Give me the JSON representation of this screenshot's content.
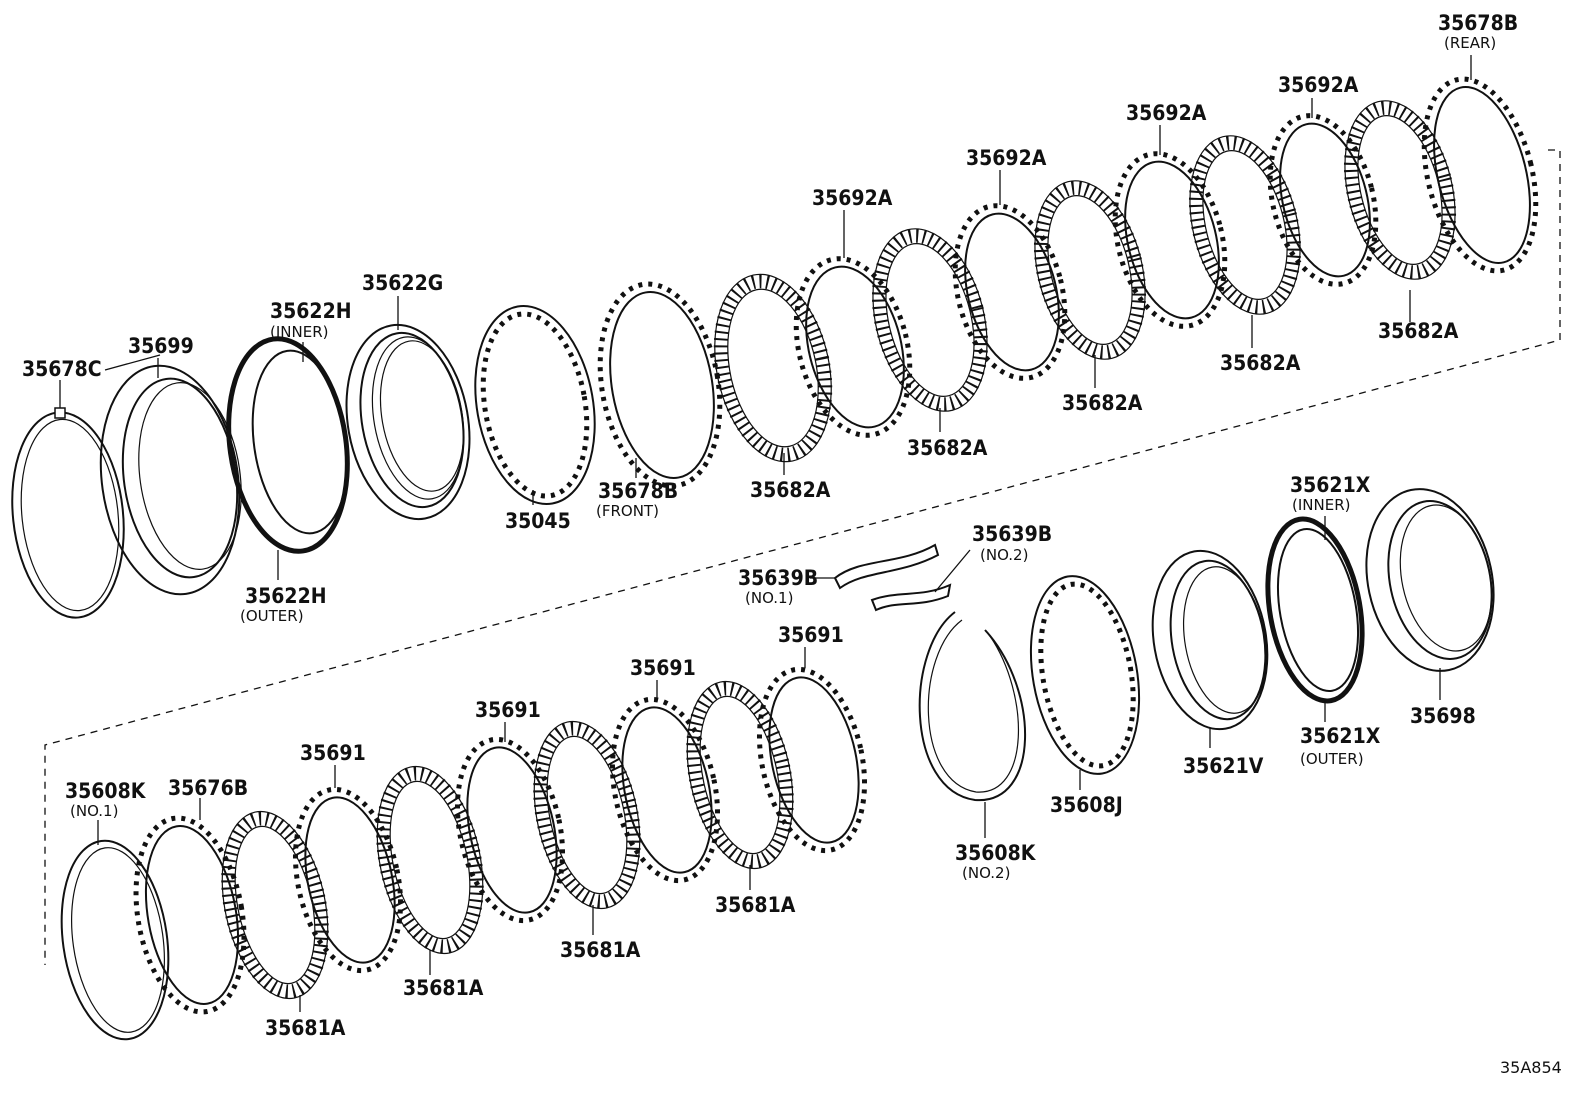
{
  "diagram": {
    "code": "35A854",
    "labels": {
      "p35678C": "35678C",
      "p35699": "35699",
      "p35622H_inner": "35622H",
      "p35622H_inner_note": "(INNER)",
      "p35622H_outer": "35622H",
      "p35622H_outer_note": "(OUTER)",
      "p35622G": "35622G",
      "p35045": "35045",
      "p35678B_front": "35678B",
      "p35678B_front_note": "(FRONT)",
      "p35682A_1": "35682A",
      "p35692A_1": "35692A",
      "p35682A_2": "35682A",
      "p35692A_2": "35692A",
      "p35682A_3": "35682A",
      "p35692A_3": "35692A",
      "p35682A_4": "35682A",
      "p35692A_4": "35692A",
      "p35682A_5": "35682A",
      "p35678B_rear": "35678B",
      "p35678B_rear_note": "(REAR)",
      "p35639B_no1": "35639B",
      "p35639B_no1_note": "(NO.1)",
      "p35639B_no2": "35639B",
      "p35639B_no2_note": "(NO.2)",
      "p35621X_inner": "35621X",
      "p35621X_inner_note": "(INNER)",
      "p35621X_outer": "35621X",
      "p35621X_outer_note": "(OUTER)",
      "p35698": "35698",
      "p35621V": "35621V",
      "p35608J": "35608J",
      "p35608K_no2": "35608K",
      "p35608K_no2_note": "(NO.2)",
      "p35608K_no1": "35608K",
      "p35608K_no1_note": "(NO.1)",
      "p35676B": "35676B",
      "p35691_1": "35691",
      "p35691_2": "35691",
      "p35691_3": "35691",
      "p35691_4": "35691",
      "p35681A_1": "35681A",
      "p35681A_2": "35681A",
      "p35681A_3": "35681A",
      "p35681A_4": "35681A"
    }
  }
}
